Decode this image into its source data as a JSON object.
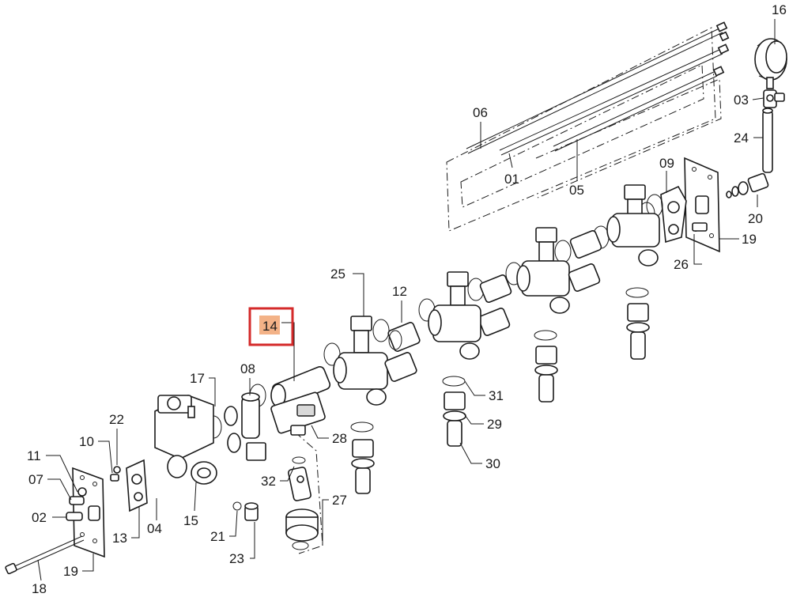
{
  "diagram": {
    "highlighted_callout": "14",
    "callouts": [
      {
        "id": "c16",
        "label": "16"
      },
      {
        "id": "c03",
        "label": "03"
      },
      {
        "id": "c24",
        "label": "24"
      },
      {
        "id": "c20",
        "label": "20"
      },
      {
        "id": "c19a",
        "label": "19"
      },
      {
        "id": "c26",
        "label": "26"
      },
      {
        "id": "c09",
        "label": "09"
      },
      {
        "id": "c06",
        "label": "06"
      },
      {
        "id": "c01",
        "label": "01"
      },
      {
        "id": "c05",
        "label": "05"
      },
      {
        "id": "c25",
        "label": "25"
      },
      {
        "id": "c12",
        "label": "12"
      },
      {
        "id": "c14",
        "label": "14"
      },
      {
        "id": "c31",
        "label": "31"
      },
      {
        "id": "c29",
        "label": "29"
      },
      {
        "id": "c30",
        "label": "30"
      },
      {
        "id": "c17",
        "label": "17"
      },
      {
        "id": "c08",
        "label": "08"
      },
      {
        "id": "c28",
        "label": "28"
      },
      {
        "id": "c22",
        "label": "22"
      },
      {
        "id": "c10",
        "label": "10"
      },
      {
        "id": "c11",
        "label": "11"
      },
      {
        "id": "c07",
        "label": "07"
      },
      {
        "id": "c02",
        "label": "02"
      },
      {
        "id": "c13",
        "label": "13"
      },
      {
        "id": "c04",
        "label": "04"
      },
      {
        "id": "c15",
        "label": "15"
      },
      {
        "id": "c32",
        "label": "32"
      },
      {
        "id": "c27",
        "label": "27"
      },
      {
        "id": "c21",
        "label": "21"
      },
      {
        "id": "c23",
        "label": "23"
      },
      {
        "id": "c19b",
        "label": "19"
      },
      {
        "id": "c18",
        "label": "18"
      }
    ]
  }
}
